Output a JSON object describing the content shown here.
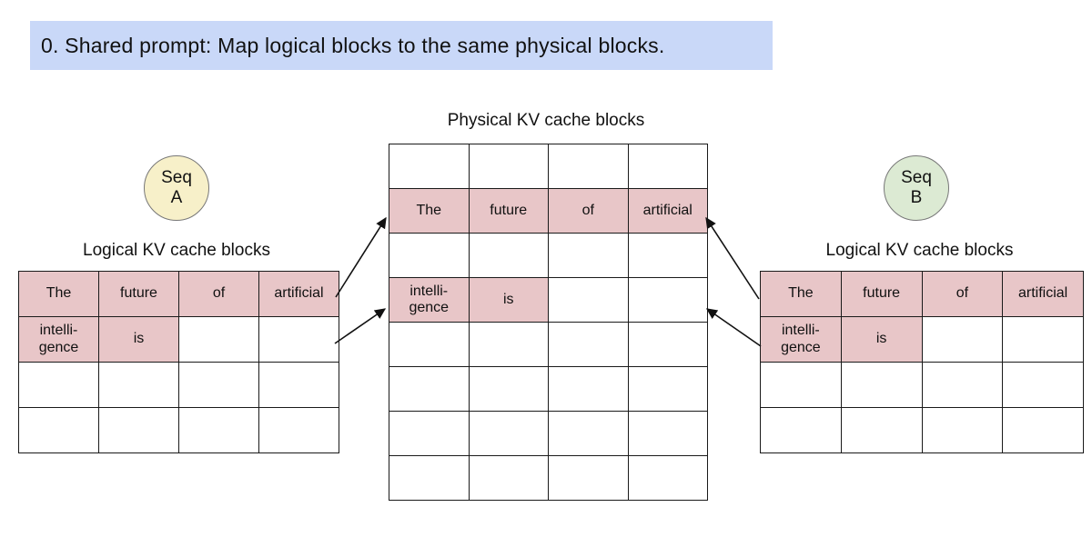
{
  "colors": {
    "banner_bg": "#c9d8f8",
    "cell_highlight": "#e8c6c8",
    "seq_a_fill": "#f7f0c9",
    "seq_b_fill": "#dcead3"
  },
  "banner": {
    "text": "0. Shared prompt: Map logical blocks to the same physical blocks."
  },
  "physical_blocks": {
    "title": "Physical KV cache blocks",
    "grid": [
      [
        {
          "text": "",
          "filled": false
        },
        {
          "text": "",
          "filled": false
        },
        {
          "text": "",
          "filled": false
        },
        {
          "text": "",
          "filled": false
        }
      ],
      [
        {
          "text": "The",
          "filled": true
        },
        {
          "text": "future",
          "filled": true
        },
        {
          "text": "of",
          "filled": true
        },
        {
          "text": "artificial",
          "filled": true
        }
      ],
      [
        {
          "text": "",
          "filled": false
        },
        {
          "text": "",
          "filled": false
        },
        {
          "text": "",
          "filled": false
        },
        {
          "text": "",
          "filled": false
        }
      ],
      [
        {
          "text": "intelli-\ngence",
          "filled": true
        },
        {
          "text": "is",
          "filled": true
        },
        {
          "text": "",
          "filled": false
        },
        {
          "text": "",
          "filled": false
        }
      ],
      [
        {
          "text": "",
          "filled": false
        },
        {
          "text": "",
          "filled": false
        },
        {
          "text": "",
          "filled": false
        },
        {
          "text": "",
          "filled": false
        }
      ],
      [
        {
          "text": "",
          "filled": false
        },
        {
          "text": "",
          "filled": false
        },
        {
          "text": "",
          "filled": false
        },
        {
          "text": "",
          "filled": false
        }
      ],
      [
        {
          "text": "",
          "filled": false
        },
        {
          "text": "",
          "filled": false
        },
        {
          "text": "",
          "filled": false
        },
        {
          "text": "",
          "filled": false
        }
      ],
      [
        {
          "text": "",
          "filled": false
        },
        {
          "text": "",
          "filled": false
        },
        {
          "text": "",
          "filled": false
        },
        {
          "text": "",
          "filled": false
        }
      ]
    ]
  },
  "sequence_a": {
    "label": "Seq\nA"
  },
  "sequence_b": {
    "label": "Seq\nB"
  },
  "logical_left": {
    "title": "Logical KV cache blocks",
    "grid": [
      [
        {
          "text": "The",
          "filled": true
        },
        {
          "text": "future",
          "filled": true
        },
        {
          "text": "of",
          "filled": true
        },
        {
          "text": "artificial",
          "filled": true
        }
      ],
      [
        {
          "text": "intelli-\ngence",
          "filled": true
        },
        {
          "text": "is",
          "filled": true
        },
        {
          "text": "",
          "filled": false
        },
        {
          "text": "",
          "filled": false
        }
      ],
      [
        {
          "text": "",
          "filled": false
        },
        {
          "text": "",
          "filled": false
        },
        {
          "text": "",
          "filled": false
        },
        {
          "text": "",
          "filled": false
        }
      ],
      [
        {
          "text": "",
          "filled": false
        },
        {
          "text": "",
          "filled": false
        },
        {
          "text": "",
          "filled": false
        },
        {
          "text": "",
          "filled": false
        }
      ]
    ]
  },
  "logical_right": {
    "title": "Logical KV cache blocks",
    "grid": [
      [
        {
          "text": "The",
          "filled": true
        },
        {
          "text": "future",
          "filled": true
        },
        {
          "text": "of",
          "filled": true
        },
        {
          "text": "artificial",
          "filled": true
        }
      ],
      [
        {
          "text": "intelli-\ngence",
          "filled": true
        },
        {
          "text": "is",
          "filled": true
        },
        {
          "text": "",
          "filled": false
        },
        {
          "text": "",
          "filled": false
        }
      ],
      [
        {
          "text": "",
          "filled": false
        },
        {
          "text": "",
          "filled": false
        },
        {
          "text": "",
          "filled": false
        },
        {
          "text": "",
          "filled": false
        }
      ],
      [
        {
          "text": "",
          "filled": false
        },
        {
          "text": "",
          "filled": false
        },
        {
          "text": "",
          "filled": false
        },
        {
          "text": "",
          "filled": false
        }
      ]
    ]
  }
}
